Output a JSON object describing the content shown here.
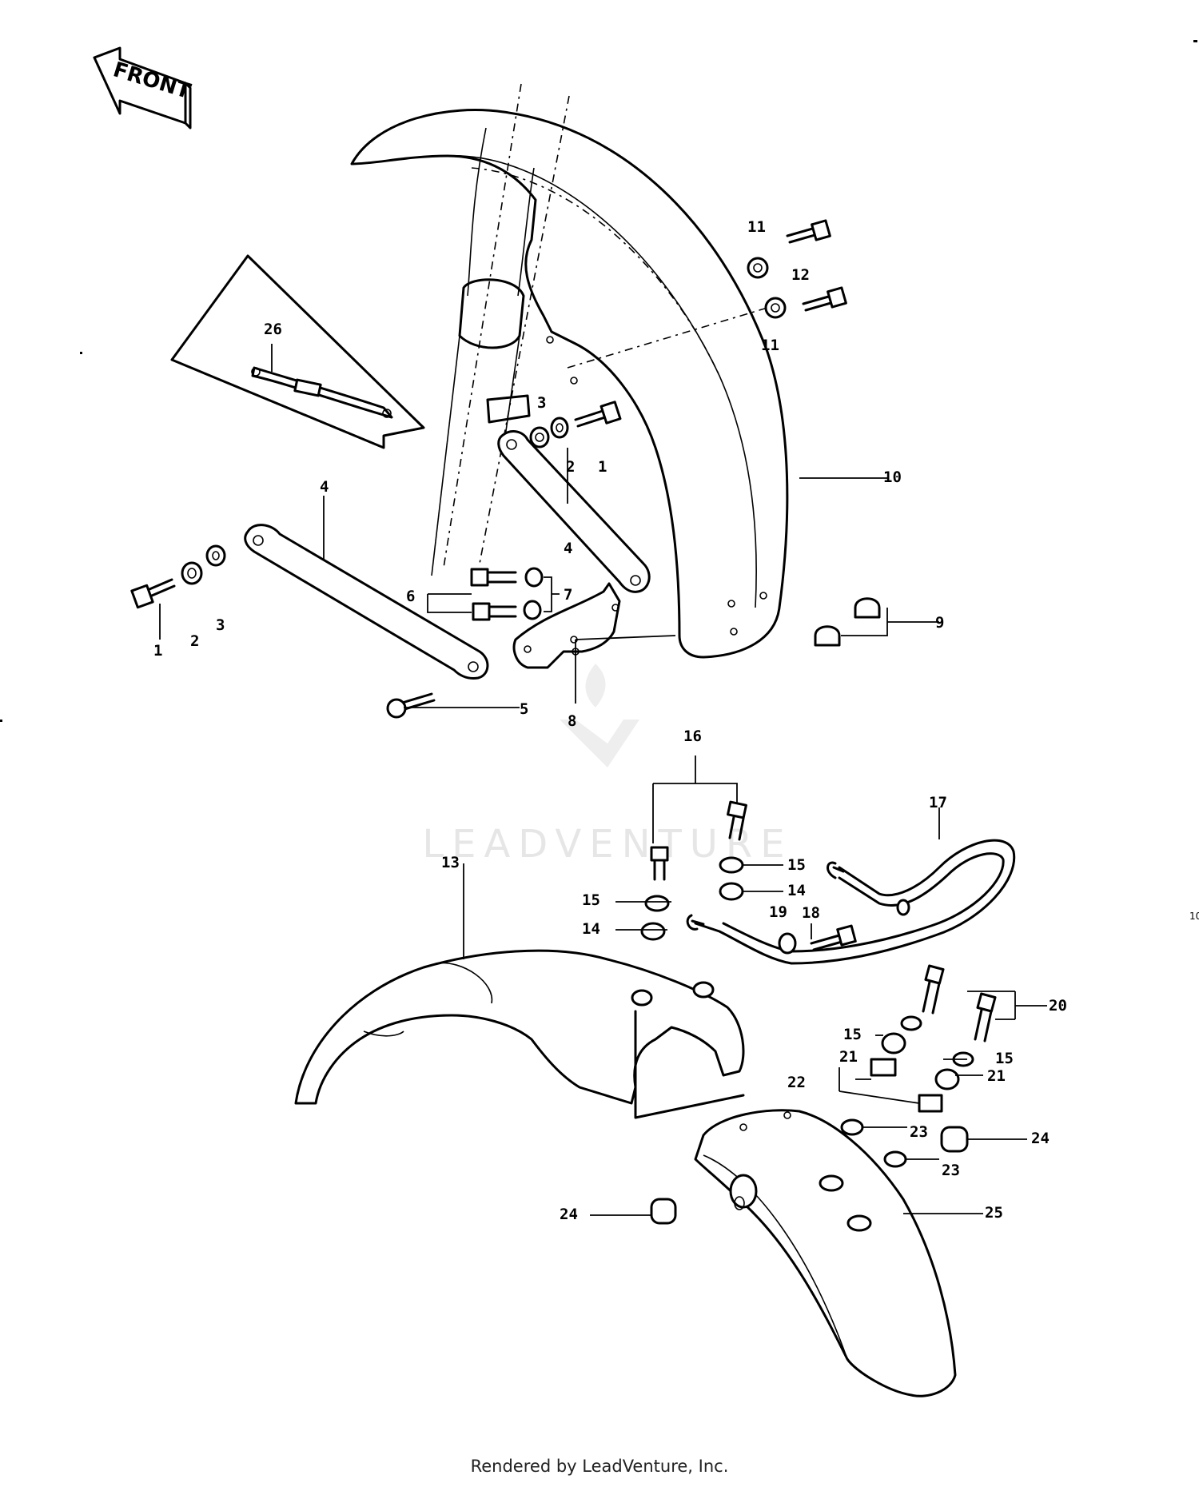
{
  "front_arrow_label": "FRONT",
  "watermark": {
    "text": "LEADVENTURE"
  },
  "footer_text": "Rendered by LeadVenture, Inc.",
  "edge_marks": {
    "right_number": "10"
  },
  "callouts": {
    "c1a": "1",
    "c1b": "1",
    "c2a": "2",
    "c2b": "2",
    "c3a": "3",
    "c3b": "3",
    "c4a": "4",
    "c4b": "4",
    "c5": "5",
    "c6": "6",
    "c7": "7",
    "c8": "8",
    "c9": "9",
    "c10": "10",
    "c11a": "11",
    "c11b": "11",
    "c12": "12",
    "c13": "13",
    "c14a": "14",
    "c14b": "14",
    "c15a": "15",
    "c15b": "15",
    "c15c": "15",
    "c15d": "15",
    "c16": "16",
    "c17": "17",
    "c18": "18",
    "c19": "19",
    "c20": "20",
    "c21a": "21",
    "c21b": "21",
    "c22": "22",
    "c23a": "23",
    "c23b": "23",
    "c24a": "24",
    "c24b": "24",
    "c25": "25",
    "c26": "26"
  }
}
